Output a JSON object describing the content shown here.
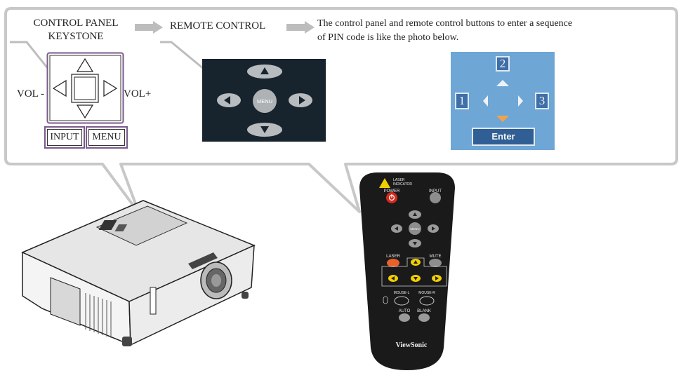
{
  "header": {
    "step1_line1": "CONTROL PANEL",
    "step1_line2": "KEYSTONE",
    "step2": "REMOTE CONTROL",
    "description_line1": "The control panel and remote control buttons to enter a sequence",
    "description_line2": "of PIN code is like the photo below."
  },
  "control_panel": {
    "vol_minus": "VOL -",
    "vol_plus": "VOL+",
    "input_label": "INPUT",
    "menu_label": "MENU"
  },
  "remote_pad": {
    "menu_label": "MENU"
  },
  "pin_screen": {
    "key_1": "1",
    "key_2": "2",
    "key_3": "3",
    "enter_label": "Enter"
  },
  "remote": {
    "laser_indicator": "LASER INDICATOR",
    "power": "POWER",
    "input": "INPUT",
    "menu": "MENU",
    "laser": "LASER",
    "mute": "MUTE",
    "mouse_l": "MOUSE-L",
    "mouse_r": "MOUSE-R",
    "auto": "AUTO",
    "blank": "BLANK",
    "brand": "ViewSonic"
  },
  "colors": {
    "bubble_border": "#c8c8c8",
    "remote_body": "#1a1a1a",
    "power_red": "#d42a1e",
    "laser_orange": "#e8602a",
    "pad_bg": "#17232d",
    "pin_bg": "#6ea6d6",
    "enter_bg": "#2f5f94"
  }
}
